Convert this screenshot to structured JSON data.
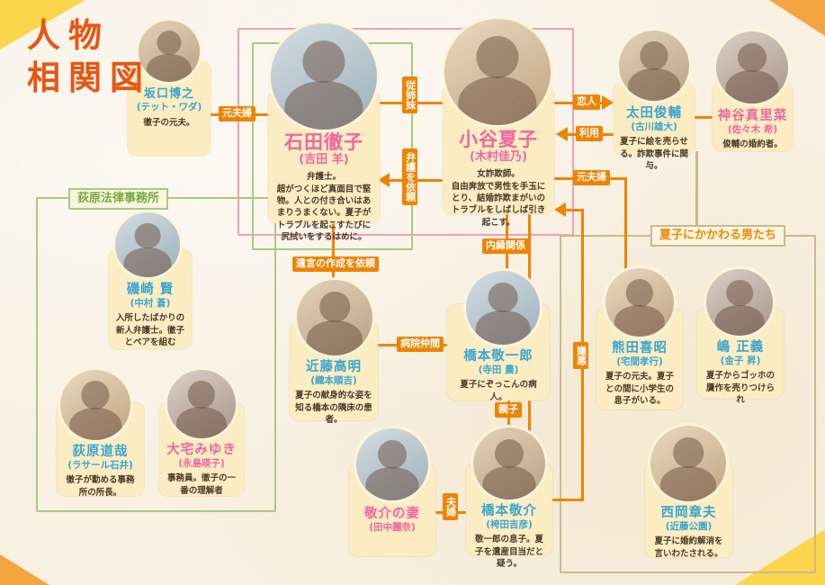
{
  "title": {
    "line1": "人物",
    "line2": "相関図"
  },
  "groups": {
    "law_office_label": "荻原法律事務所",
    "natsuko_men_label": "夏子にかかわる男たち"
  },
  "characters": {
    "sakaguchi": {
      "name": "坂口博之",
      "actor": "(テット・ワダ)",
      "desc": "徹子の元夫。"
    },
    "ishida": {
      "name": "石田徹子",
      "actor": "(吉田 羊)",
      "role": "弁護士。",
      "desc": "超がつくほど真面目で堅物。人との付き合いはあまりうまくない。夏子がトラブルを起こすたびに尻拭いをするはめに。"
    },
    "kotani": {
      "name": "小谷夏子",
      "actor": "(木村佳乃)",
      "role": "女詐欺師。",
      "desc": "自由奔放で男性を手玉にとり、結婚詐欺まがいのトラブルをしばしば引き起こす。"
    },
    "ota": {
      "name": "太田俊輔",
      "actor": "(古川雄大)",
      "desc": "夏子に絵を売らせる。詐欺事件に関与。"
    },
    "kamiya": {
      "name": "神谷真里菜",
      "actor": "(佐々木 希)",
      "desc": "俊輔の婚約者。"
    },
    "isozaki": {
      "name": "磯崎 賢",
      "actor": "(中村 蒼)",
      "desc": "入所したばかりの新人弁護士。徹子とペアを組む"
    },
    "ogiwara": {
      "name": "荻原道哉",
      "actor": "(ラサール石井)",
      "desc": "徹子が勤める事務所の所長。"
    },
    "otaku": {
      "name": "大宅みゆき",
      "actor": "(永島暎子)",
      "desc": "事務員。徹子の一番の理解者"
    },
    "kondo": {
      "name": "近藤高明",
      "actor": "(織本順吉)",
      "desc": "夏子の献身的な姿を知る橋本の隣床の患者。"
    },
    "keiichiro": {
      "name": "橋本敬一郎",
      "actor": "(寺田 農)",
      "desc": "夏子にぞっこんの病人。"
    },
    "kumada": {
      "name": "熊田喜昭",
      "actor": "(宅間孝行)",
      "desc": "夏子の元夫。夏子との間に小学生の息子がいる。"
    },
    "shima": {
      "name": "嶋 正義",
      "actor": "(金子 昇)",
      "desc": "夏子からゴッホの贋作を売りつけられ"
    },
    "wife": {
      "name": "敬介の妻",
      "actor": "(田中麗奈)"
    },
    "keisuke": {
      "name": "橋本敬介",
      "actor": "(袴田吉彦)",
      "desc": "敬一郎の息子。夏子を遺産目当だと疑う。"
    },
    "nishioka": {
      "name": "西岡章夫",
      "actor": "(近藤公園)",
      "desc": "夏子に婚約解消を言いわたされる。"
    }
  },
  "relations": {
    "ex_couple_1": "元夫婦",
    "cousins": "従姉妹",
    "defense_request": "弁護を依頼",
    "lovers": "恋人",
    "exploit": "利用",
    "ex_couple_2": "元夫婦",
    "hatred": "嫌悪",
    "common_law": "内縁関係",
    "hospital_mates": "病院仲間",
    "will_request": "遺言の作成を依頼",
    "parent_child": "親子",
    "married": "夫婦"
  },
  "colors": {
    "accent_orange": "#f08300",
    "name_blue": "#3aa6cf",
    "name_pink": "#f0669f",
    "pink_box": "#f2a0b6",
    "green_box": "#a8c97f",
    "tan_box": "#cbb98c",
    "title_orange": "#e95513"
  }
}
